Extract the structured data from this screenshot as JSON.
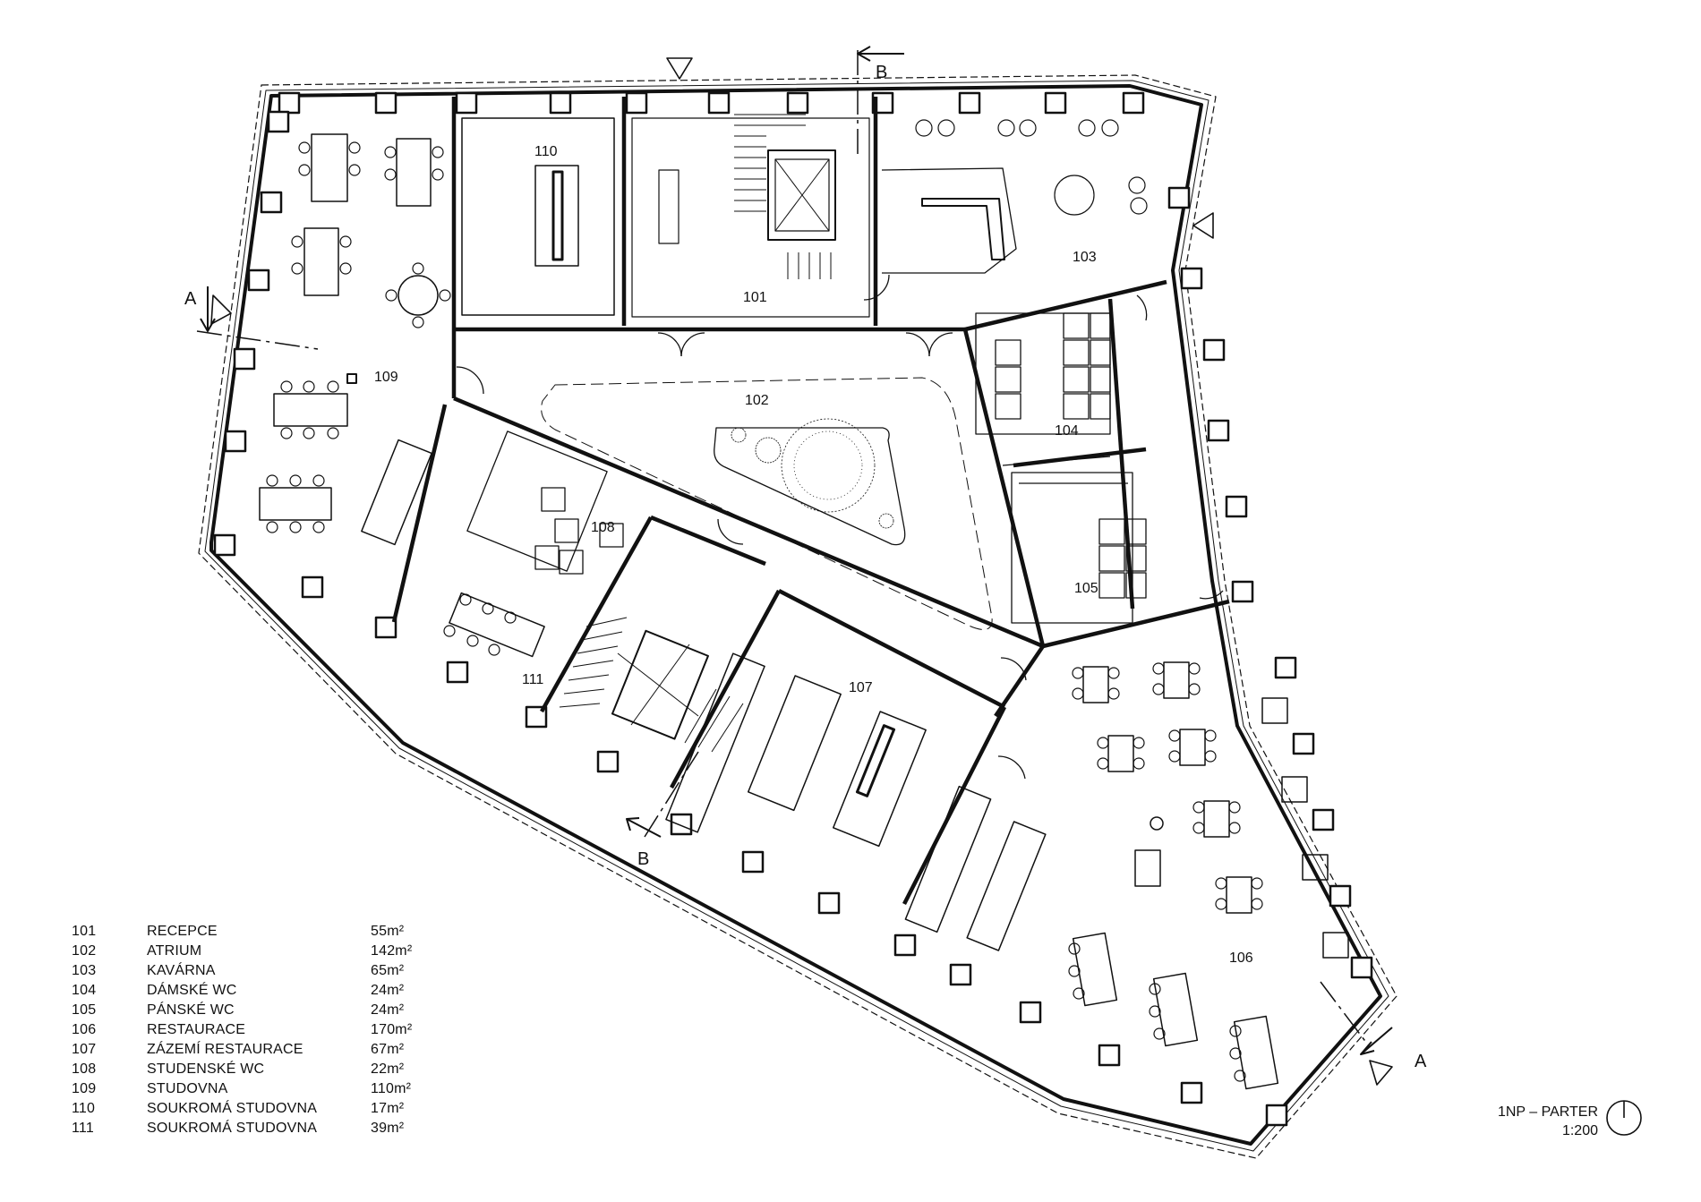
{
  "rooms": [
    {
      "code": "101",
      "name": "RECEPCE",
      "area": "55m²"
    },
    {
      "code": "102",
      "name": "ATRIUM",
      "area": "142m²"
    },
    {
      "code": "103",
      "name": "KAVÁRNA",
      "area": "65m²"
    },
    {
      "code": "104",
      "name": "DÁMSKÉ WC",
      "area": "24m²"
    },
    {
      "code": "105",
      "name": "PÁNSKÉ WC",
      "area": "24m²"
    },
    {
      "code": "106",
      "name": "RESTAURACE",
      "area": "170m²"
    },
    {
      "code": "107",
      "name": "ZÁZEMÍ RESTAURACE",
      "area": "67m²"
    },
    {
      "code": "108",
      "name": "STUDENSKÉ WC",
      "area": "22m²"
    },
    {
      "code": "109",
      "name": "STUDOVNA",
      "area": "110m²"
    },
    {
      "code": "110",
      "name": "SOUKROMÁ STUDOVNA",
      "area": "17m²"
    },
    {
      "code": "111",
      "name": "SOUKROMÁ STUDOVNA",
      "area": "39m²"
    }
  ],
  "section_marks": {
    "a": "A",
    "b": "B"
  },
  "sheet": {
    "title": "1NP – PARTER",
    "scale": "1:200"
  },
  "colors": {
    "line": "#111111",
    "paper": "#ffffff"
  },
  "icons": [
    "north-arrow-icon",
    "section-arrow-icon",
    "entrance-triangle-icon",
    "tree-icon",
    "stair-icon",
    "lift-icon"
  ]
}
